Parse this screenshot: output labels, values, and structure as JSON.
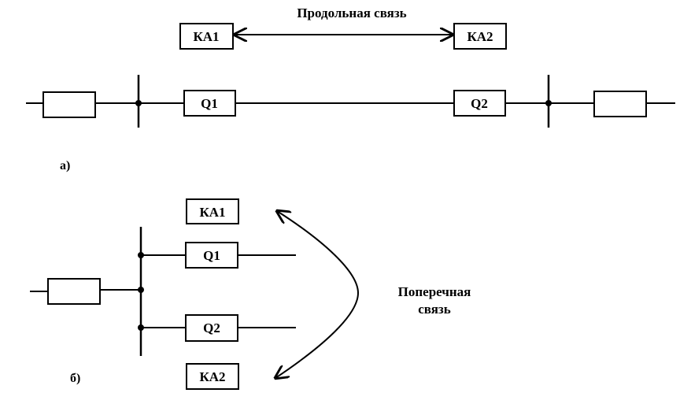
{
  "part_a": {
    "label": "а)",
    "link_title": "Продольная связь",
    "ka1": "КА1",
    "ka2": "КА2",
    "q1": "Q1",
    "q2": "Q2"
  },
  "part_b": {
    "label": "б)",
    "link_title_line1": "Поперечная",
    "link_title_line2": "связь",
    "ka1": "КА1",
    "ka2": "КА2",
    "q1": "Q1",
    "q2": "Q2"
  }
}
